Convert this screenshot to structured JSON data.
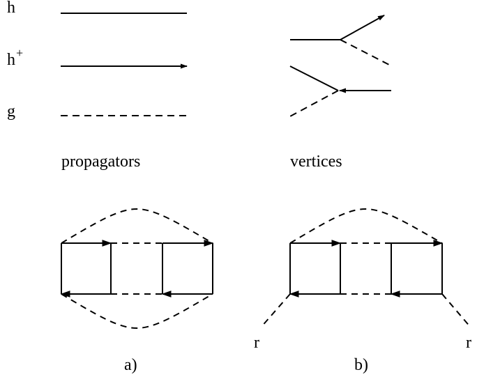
{
  "legend": {
    "labels": {
      "h": "h",
      "h_plus_base": "h",
      "h_plus_sup": "+",
      "g": "g"
    },
    "captions": {
      "propagators": "propagators",
      "vertices": "vertices"
    }
  },
  "diagrams": {
    "a": {
      "caption": "a)"
    },
    "b": {
      "caption": "b)",
      "external_left": "r",
      "external_right": "r"
    }
  },
  "colors": {
    "ink": "#000000",
    "background": "#ffffff"
  }
}
